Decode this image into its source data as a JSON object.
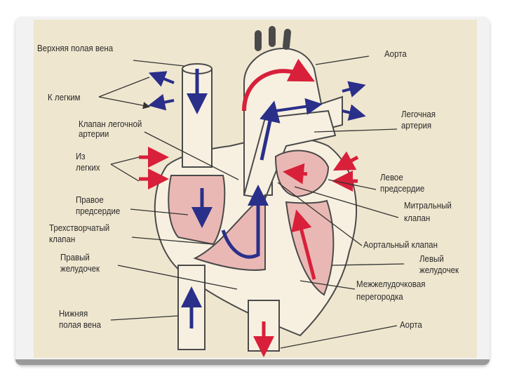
{
  "slide": {
    "accent_color": "#9a9a9a"
  },
  "labels": {
    "superior_vena_cava": "Верхняя полая вена",
    "aorta_top": "Аорта",
    "to_lungs": "К легким",
    "pulmonary_valve_line1": "Клапан легочной",
    "pulmonary_valve_line2": "артерии",
    "pulmonary_artery_line1": "Легочная",
    "pulmonary_artery_line2": "артерия",
    "from_lungs_line1": "Из",
    "from_lungs_line2": "легких",
    "left_atrium_line1": "Левое",
    "left_atrium_line2": "предсердие",
    "right_atrium_line1": "Правое",
    "right_atrium_line2": "предсердие",
    "mitral_valve_line1": "Митральный",
    "mitral_valve_line2": "клапан",
    "tricuspid_valve_line1": "Трехстворчатый",
    "tricuspid_valve_line2": "клапан",
    "aortic_valve": "Аортальный клапан",
    "right_ventricle_line1": "Правый",
    "right_ventricle_line2": "желудочек",
    "left_ventricle_line1": "Левый",
    "left_ventricle_line2": "желудочек",
    "septum_line1": "Межжелудочковая",
    "septum_line2": "перегородка",
    "inferior_vena_cava_line1": "Нижняя",
    "inferior_vena_cava_line2": "полая вена",
    "aorta_bottom": "Аорта"
  },
  "colors": {
    "background": "#efe6cf",
    "vessel_fill": "#f7f0e0",
    "chamber_fill": "#eab8b4",
    "outline": "#4a4a4a",
    "venous_arrow": "#2a2f8a",
    "arterial_arrow": "#d8203a"
  }
}
